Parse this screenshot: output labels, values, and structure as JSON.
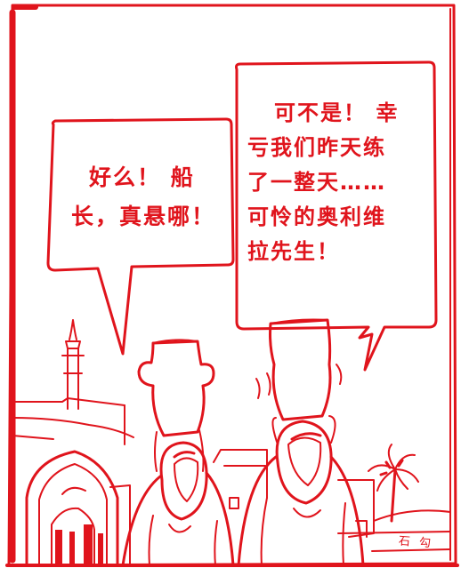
{
  "colors": {
    "ink": "#e0141c",
    "paper": "#ffffff"
  },
  "bubbles": {
    "left": {
      "lines": [
        "好么！ 船",
        "长，真悬哪！"
      ]
    },
    "right": {
      "lines": [
        "可不是！ 幸",
        "亏我们昨天练",
        "了一整天……",
        "可怜的奥利维",
        "拉先生！"
      ]
    }
  },
  "signature": "石 勾"
}
